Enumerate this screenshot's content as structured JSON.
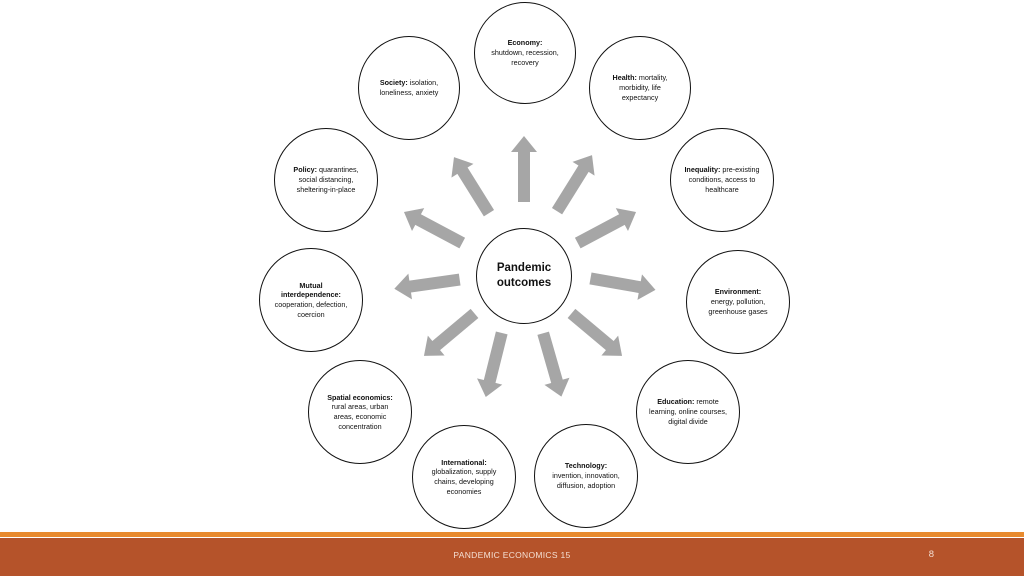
{
  "center": {
    "line1": "Pandemic",
    "line2": "outcomes"
  },
  "nodes": [
    {
      "key": "economy",
      "bold": "Economy:",
      "text": "shutdown, recession, recovery"
    },
    {
      "key": "health",
      "bold": "Health:",
      "text": "mortality, morbidity, life expectancy"
    },
    {
      "key": "inequality",
      "bold": "Inequality:",
      "text": "pre-existing conditions, access to healthcare"
    },
    {
      "key": "environment",
      "bold": "Environment:",
      "text": "energy, pollution, greenhouse gases"
    },
    {
      "key": "education",
      "bold": "Education:",
      "text": "remote learning, online courses, digital divide"
    },
    {
      "key": "technology",
      "bold": "Technology:",
      "text": "invention, innovation, diffusion, adoption"
    },
    {
      "key": "international",
      "bold": "International:",
      "text": "globalization, supply chains, developing economies"
    },
    {
      "key": "spatial",
      "bold": "Spatial economics:",
      "text": "rural areas, urban areas, economic concentration"
    },
    {
      "key": "mutual",
      "bold": "Mutual interdependence:",
      "text": "cooperation, defection, coercion"
    },
    {
      "key": "policy",
      "bold": "Policy:",
      "text": "quarantines, social distancing, sheltering-in-place"
    },
    {
      "key": "society",
      "bold": "Society:",
      "text": "isolation, loneliness, anxiety"
    }
  ],
  "footer": {
    "title": "PANDEMIC ECONOMICS 15",
    "page": "8"
  },
  "colors": {
    "arrow": "#a6a6a6",
    "footer_bar": "#b5532a",
    "footer_line": "#e88a2e"
  }
}
